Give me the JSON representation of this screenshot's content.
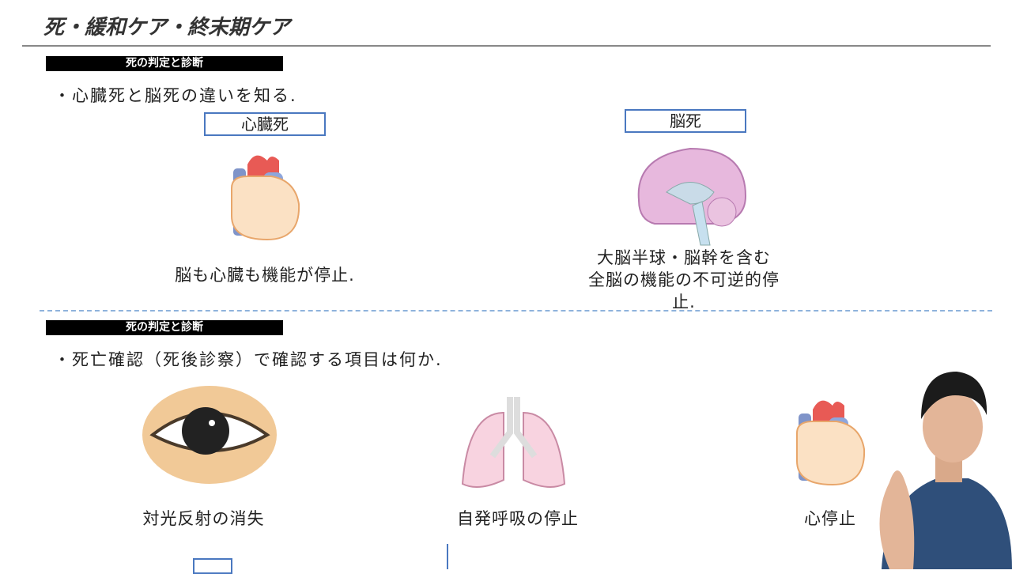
{
  "header": {
    "title": "死・緩和ケア・終末期ケア"
  },
  "section1": {
    "label": "死の判定と診断",
    "question": "・心臓死と脳死の違いを知る.",
    "cardiac": {
      "box": "心臓死",
      "caption": "脳も心臓も機能が停止."
    },
    "brain": {
      "box": "脳死",
      "caption_line1": "大脳半球・脳幹を含む",
      "caption_line2": "全脳の機能の不可逆的停",
      "caption_line3": "止."
    }
  },
  "section2": {
    "label": "死の判定と診断",
    "question": "・死亡確認（死後診察）で確認する項目は何か.",
    "items": [
      {
        "caption": "対光反射の消失"
      },
      {
        "caption": "自発呼吸の停止"
      },
      {
        "caption": "心停止"
      }
    ]
  },
  "colors": {
    "box_border": "#4a78c0",
    "divider": "#8fb3dc"
  }
}
